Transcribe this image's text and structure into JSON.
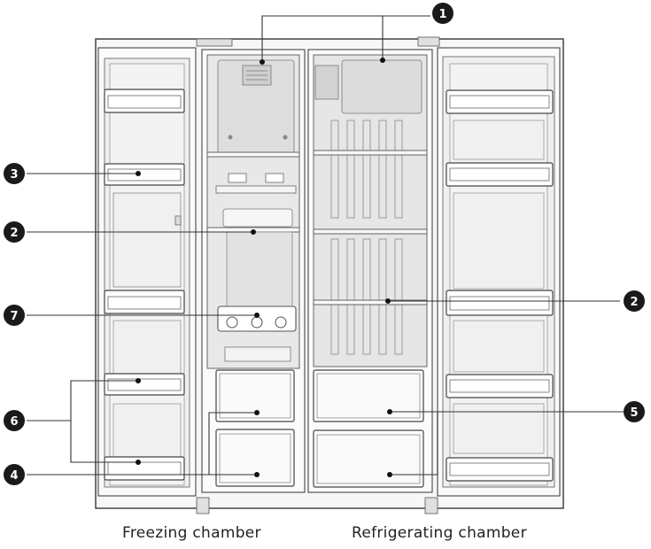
{
  "captions": {
    "left": "Freezing chamber",
    "right": "Refrigerating chamber"
  },
  "callouts": {
    "c1": "1",
    "c2_left": "2",
    "c2_right": "2",
    "c3": "3",
    "c4": "4",
    "c5": "5",
    "c6": "6",
    "c7": "7"
  },
  "colors": {
    "line": "#333333",
    "badge": "#1a1a1a",
    "interior": "#e6e6e6",
    "door": "#f5f5f5"
  }
}
